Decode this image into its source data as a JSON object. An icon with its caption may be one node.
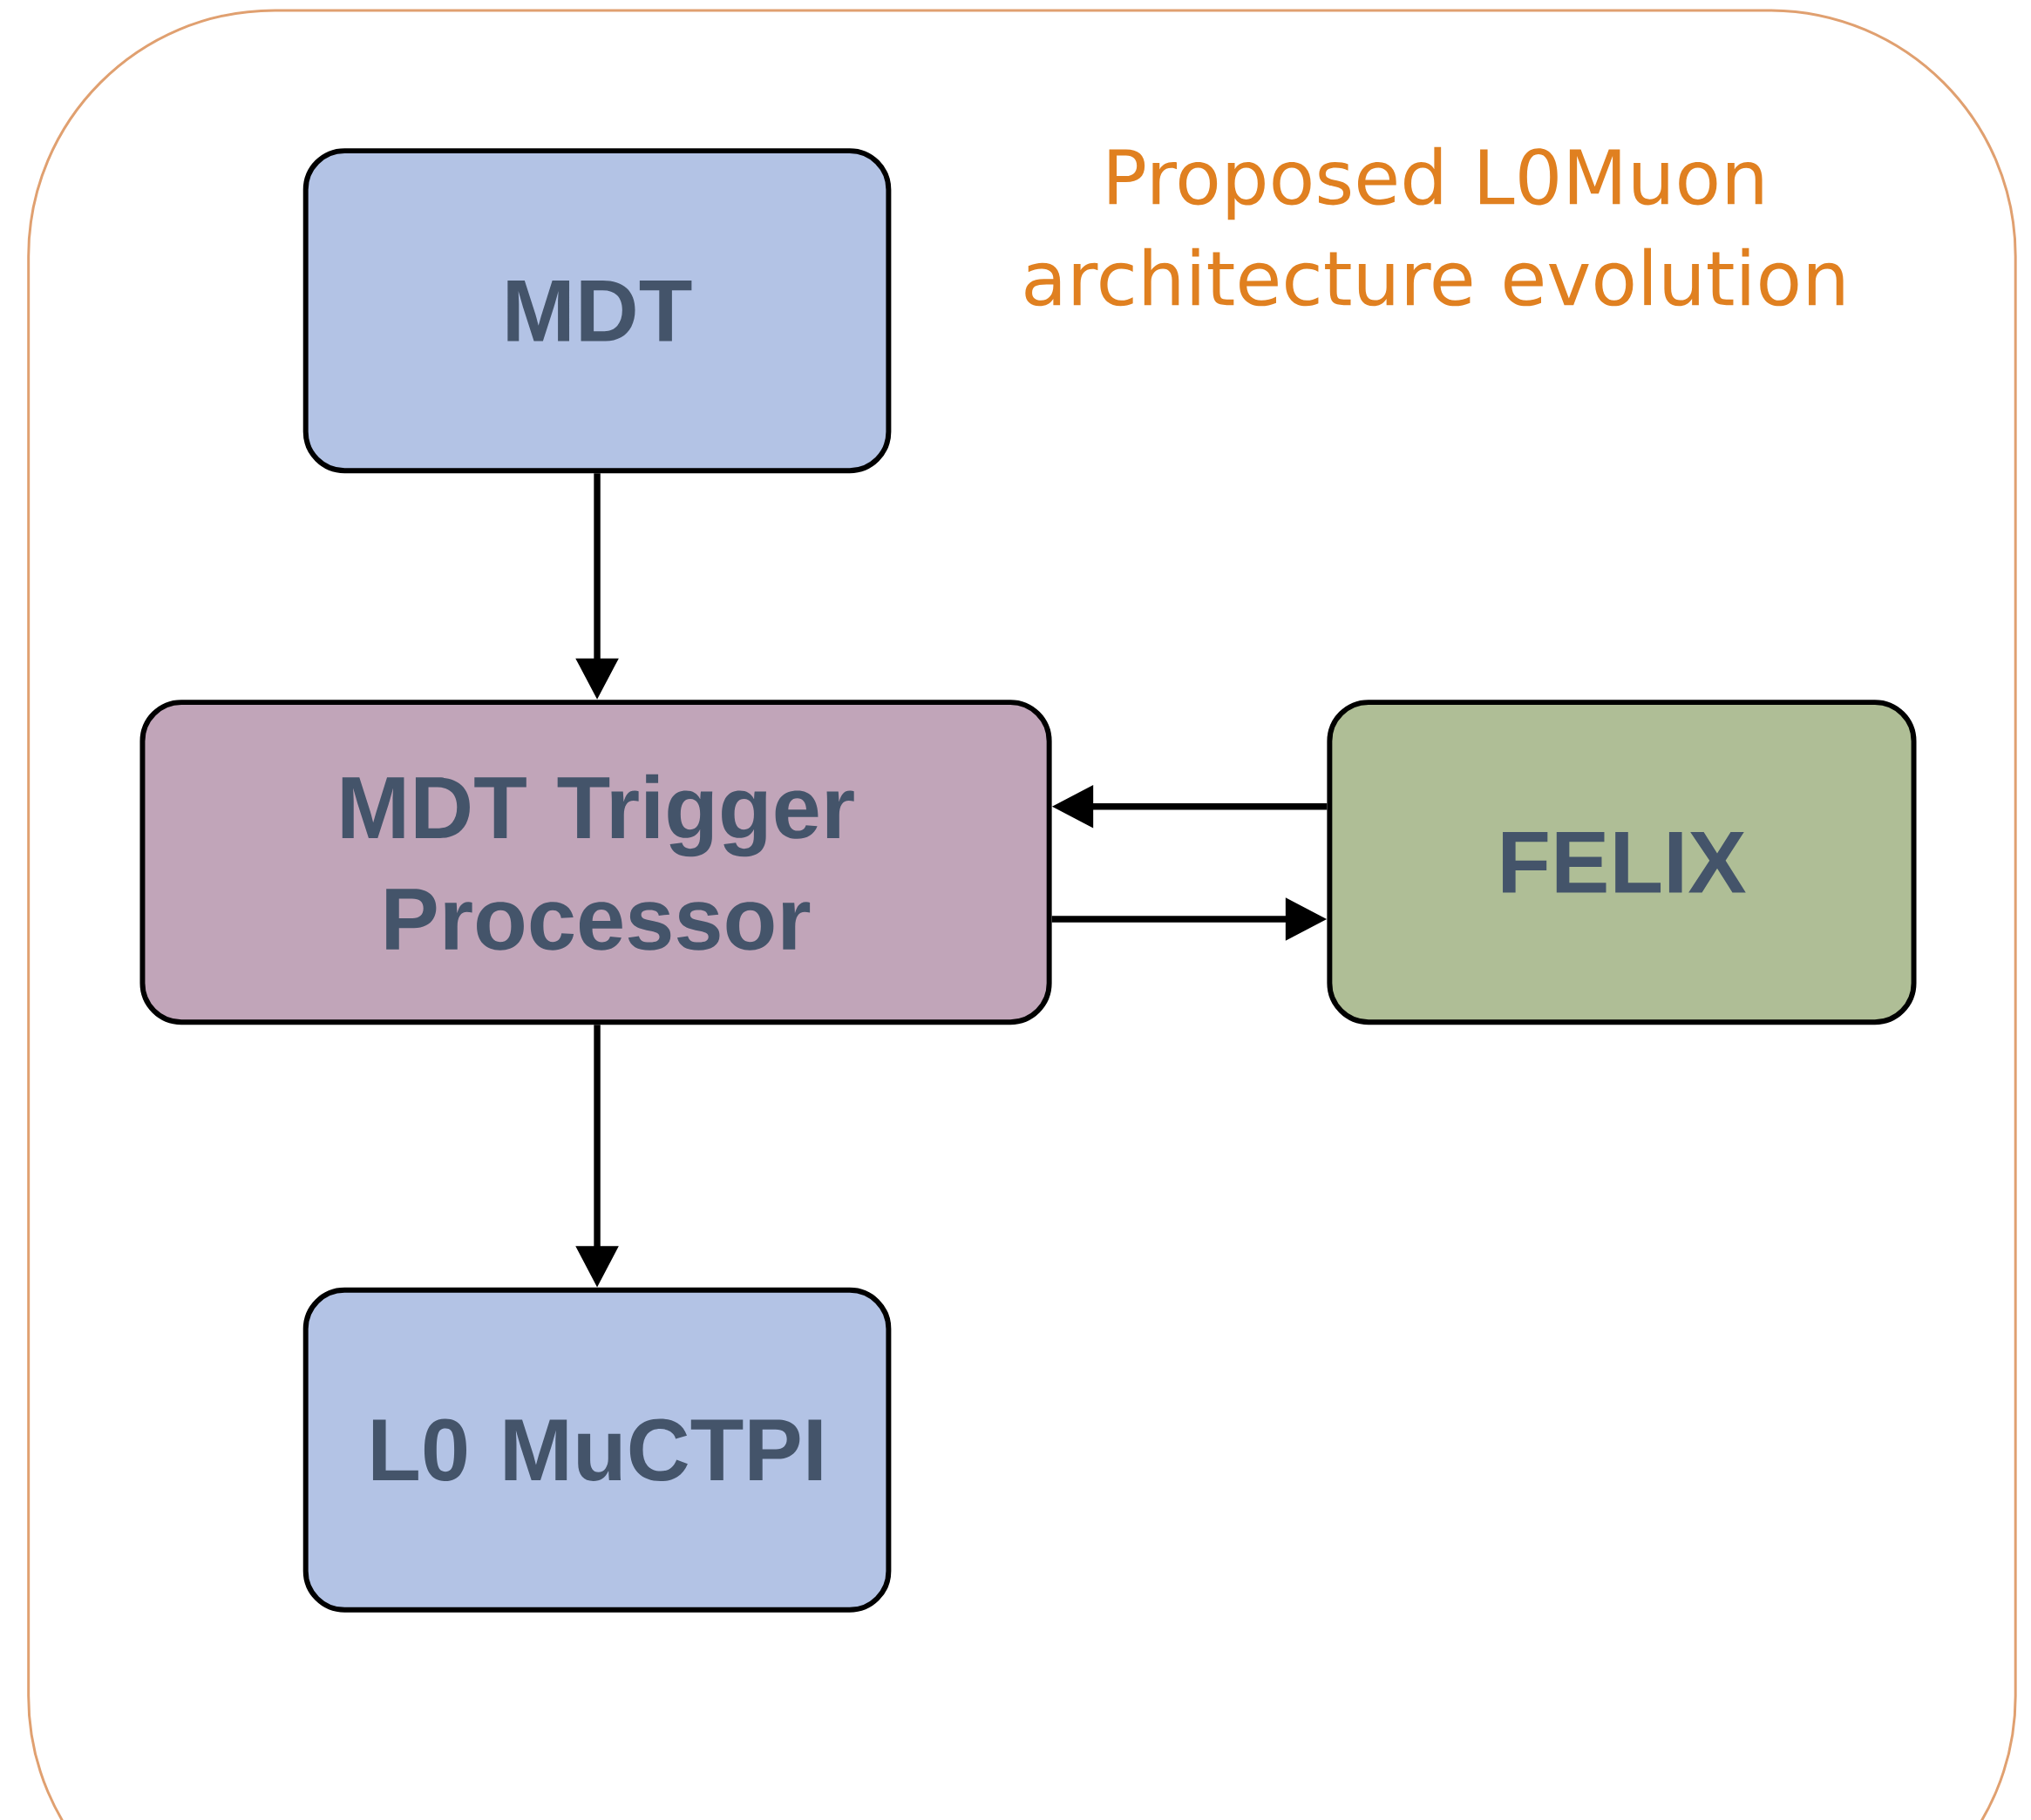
{
  "diagram": {
    "title": "Proposed L0Muon architecture evolution",
    "nodes": [
      {
        "text": [
          "MDT"
        ]
      },
      {
        "text": [
          "MDT Trigger Processor"
        ]
      },
      {
        "text": [
          "FELIX"
        ]
      },
      {
        "text": [
          "L0 MuCTPI"
        ]
      }
    ],
    "edges": [
      {
        "from": 0,
        "to": 1,
        "arrow": "to"
      },
      {
        "from": 2,
        "to": 1,
        "arrow": "to"
      },
      {
        "from": 1,
        "to": 2,
        "arrow": "to"
      },
      {
        "from": 1,
        "to": 3,
        "arrow": "to"
      }
    ]
  }
}
